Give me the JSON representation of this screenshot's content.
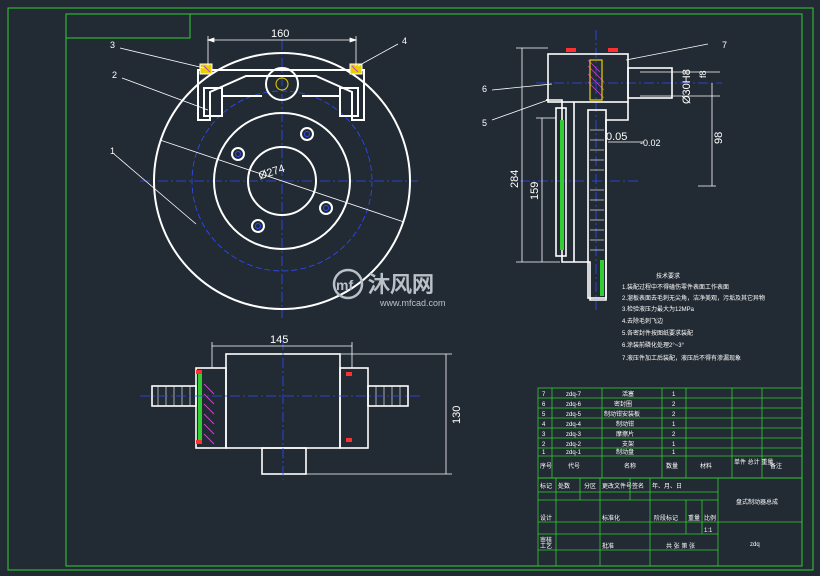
{
  "colors": {
    "background": "#222a33",
    "frame": "#33cc33",
    "outline": "#ffffff",
    "centerline": "#2f4dff",
    "hatch": "#d040d0",
    "yellow": "#e6d200",
    "red": "#ff3030"
  },
  "part_labels": [
    "1",
    "2",
    "3",
    "4",
    "5",
    "6",
    "7"
  ],
  "dimensions": {
    "top_width": "160",
    "disc_diameter": "Ø274",
    "bore": "Ø30H8",
    "bore_tol": "f8",
    "tolerance": "0.05",
    "tolerance_sub": "-0.02",
    "height_98": "98",
    "height_284": "284",
    "height_159": "159",
    "bottom_width": "145",
    "bottom_height": "130"
  },
  "watermark": {
    "logo": "mf",
    "name": "沐风网",
    "url": "www.mfcad.com"
  },
  "tech_notes": {
    "title": "技术要求",
    "items": [
      "1.装配过程中不得磕伤零件表面工作表面",
      "2.溜板表面去毛刺无尖角，洁净美观，污垢及其它异物",
      "3.检验液压力最大为12MPa",
      "4.去除毛刺飞边",
      "5.各密封件按图纸要求装配",
      "6.涂装前磷化处理2°~3°",
      "7.液压件加工后装配，液压后不得有渗漏现象"
    ]
  },
  "bom": {
    "rows": [
      {
        "no": "7",
        "code": "zdq-7",
        "name": "活塞",
        "qty": "1"
      },
      {
        "no": "6",
        "code": "zdq-6",
        "name": "密封圈",
        "qty": "2"
      },
      {
        "no": "5",
        "code": "zdq-5",
        "name": "制动钳安装板",
        "qty": "2"
      },
      {
        "no": "4",
        "code": "zdq-4",
        "name": "制动钳",
        "qty": "1"
      },
      {
        "no": "3",
        "code": "zdq-3",
        "name": "摩擦片",
        "qty": "2"
      },
      {
        "no": "2",
        "code": "zdq-2",
        "name": "支架",
        "qty": "1"
      },
      {
        "no": "1",
        "code": "zdq-1",
        "name": "制动盘",
        "qty": "1"
      }
    ],
    "header": {
      "no": "序号",
      "code": "代号",
      "name": "名称",
      "qty": "数量",
      "material": "材料",
      "weight": "单件 总计 重量",
      "remark": "备注"
    }
  },
  "title_block": {
    "row1": [
      "标记",
      "处数",
      "分区",
      "更改文件号",
      "签名",
      "年、月、日"
    ],
    "design": "设计",
    "standard": "标准化",
    "stage": "阶段标记",
    "weight": "重量",
    "scale": "比例",
    "scale_value": "1:1",
    "review": "审核",
    "process": "工艺",
    "approve": "批准",
    "sheets": "共 张 第 张",
    "drawing_name": "盘式制动器总成",
    "drawing_code": "zdq"
  }
}
